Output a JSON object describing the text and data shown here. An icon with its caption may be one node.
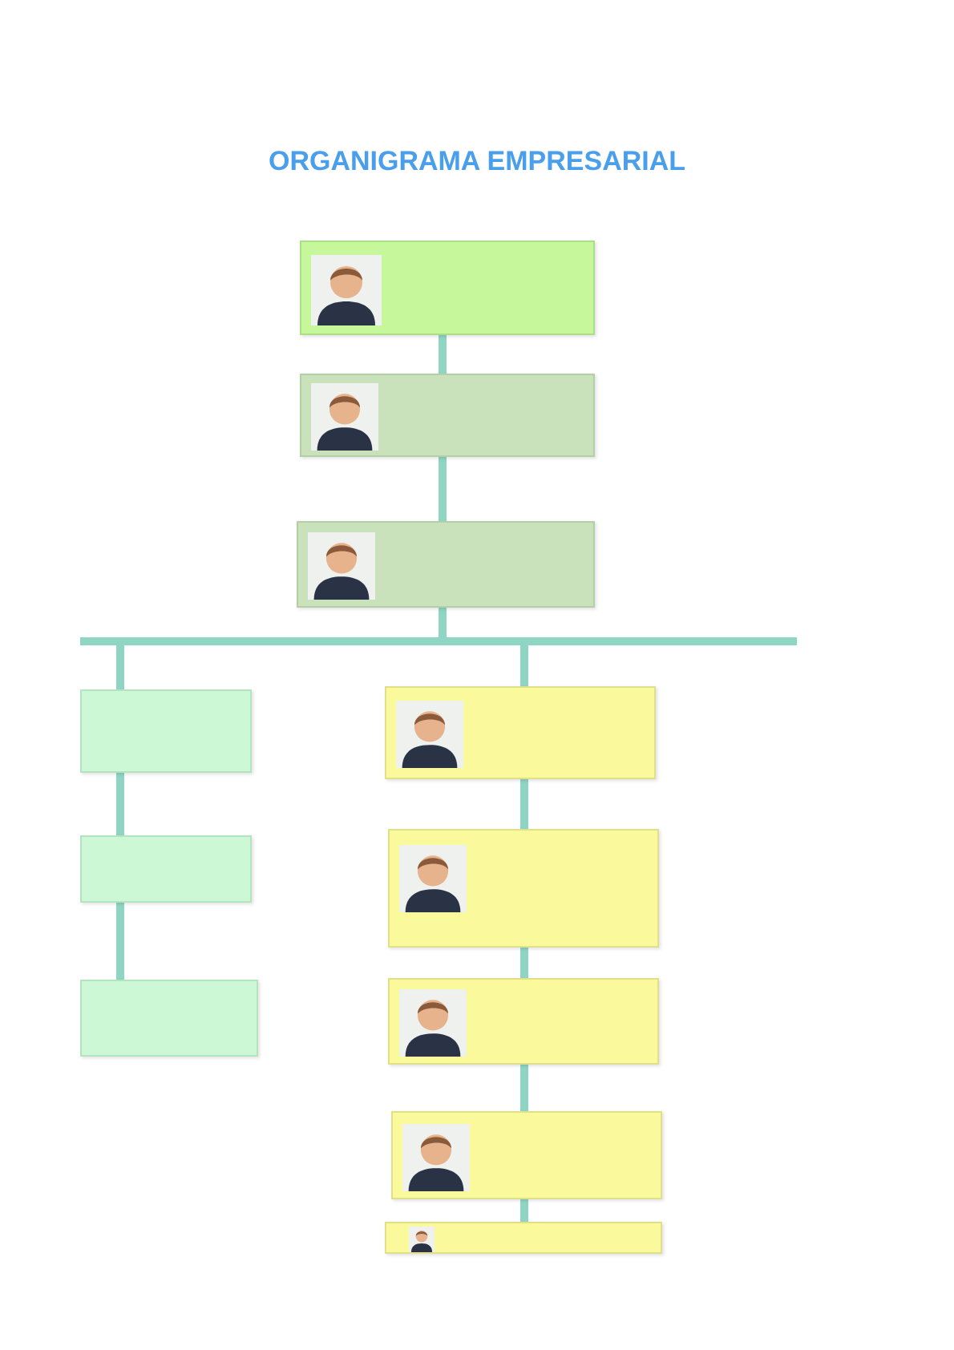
{
  "diagram": {
    "title": "ORGANIGRAMA EMPRESARIAL",
    "nodes": [
      {
        "text": [],
        "shape": "box"
      },
      {
        "text": [],
        "shape": "box"
      },
      {
        "text": [],
        "shape": "box"
      },
      {
        "text": [],
        "shape": "box"
      },
      {
        "text": [],
        "shape": "box"
      },
      {
        "text": [],
        "shape": "box"
      },
      {
        "text": [],
        "shape": "box"
      },
      {
        "text": [],
        "shape": "box"
      },
      {
        "text": [],
        "shape": "box"
      },
      {
        "text": [],
        "shape": "box"
      },
      {
        "text": [],
        "shape": "box"
      }
    ],
    "edges": [
      {
        "from": 0,
        "to": 1,
        "arrow": "none"
      },
      {
        "from": 1,
        "to": 2,
        "arrow": "none"
      },
      {
        "from": 2,
        "to": 3,
        "arrow": "none"
      },
      {
        "from": 2,
        "to": 6,
        "arrow": "none"
      },
      {
        "from": 3,
        "to": 4,
        "arrow": "none"
      },
      {
        "from": 4,
        "to": 5,
        "arrow": "none"
      },
      {
        "from": 6,
        "to": 7,
        "arrow": "none"
      },
      {
        "from": 7,
        "to": 8,
        "arrow": "none"
      },
      {
        "from": 8,
        "to": 9,
        "arrow": "none"
      },
      {
        "from": 9,
        "to": 10,
        "arrow": "none"
      }
    ]
  }
}
